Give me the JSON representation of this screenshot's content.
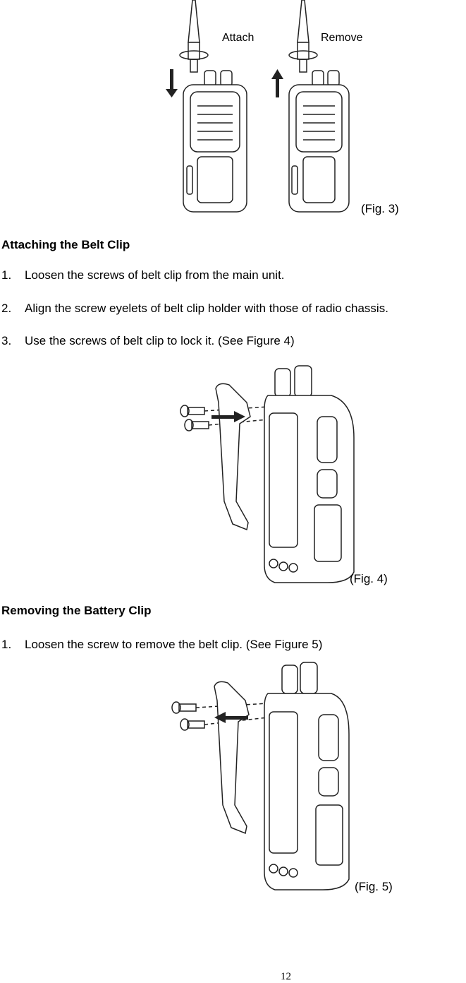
{
  "figure3": {
    "attach_label": "Attach",
    "remove_label": "Remove",
    "caption": "(Fig. 3)"
  },
  "section_attach": {
    "heading": "Attaching the Belt Clip",
    "steps": [
      {
        "num": "1.",
        "text": "Loosen the screws of belt clip from the main unit."
      },
      {
        "num": "2.",
        "text": "Align the screw eyelets of belt clip holder with those of radio chassis."
      },
      {
        "num": "3.",
        "text": "Use the screws of belt clip to lock it. (See Figure 4)"
      }
    ]
  },
  "figure4": {
    "caption": "(Fig. 4)"
  },
  "section_remove": {
    "heading": "Removing the Battery Clip",
    "steps": [
      {
        "num": "1.",
        "text": "Loosen the screw to remove the belt clip. (See Figure 5)"
      }
    ]
  },
  "figure5": {
    "caption": "(Fig. 5)"
  },
  "page_number": "12"
}
